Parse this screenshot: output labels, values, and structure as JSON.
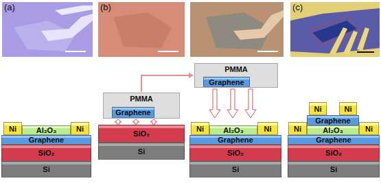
{
  "diagram": {
    "nodes": [
      {
        "text": [
          "Ni"
        ]
      },
      {
        "text": [
          "Al₂O₃"
        ]
      },
      {
        "text": [
          "Ni"
        ]
      },
      {
        "text": [
          "Graphene"
        ]
      },
      {
        "text": [
          "SiO₂"
        ]
      },
      {
        "text": [
          "Si"
        ]
      },
      {
        "text": [
          "PMMA"
        ]
      },
      {
        "text": [
          "Graphene"
        ],
        "in": 6
      },
      {
        "text": [
          "SiO₂"
        ]
      },
      {
        "text": [
          "Si"
        ]
      },
      {
        "text": [
          "PMMA"
        ]
      },
      {
        "text": [
          "Graphene"
        ],
        "in": 10
      },
      {
        "text": [
          "Ni"
        ]
      },
      {
        "text": [
          "Al₂O₃"
        ]
      },
      {
        "text": [
          "Ni"
        ]
      },
      {
        "text": [
          "Graphene"
        ]
      },
      {
        "text": [
          "SiO₂"
        ]
      },
      {
        "text": [
          "Si"
        ]
      },
      {
        "text": [
          "Ni"
        ]
      },
      {
        "text": [
          "Ni"
        ]
      },
      {
        "text": [
          "Graphene"
        ]
      },
      {
        "text": [
          "Ni"
        ]
      },
      {
        "text": [
          "Al₂O₃"
        ]
      },
      {
        "text": [
          "Ni"
        ]
      },
      {
        "text": [
          "Graphene"
        ]
      },
      {
        "text": [
          "SiO₂"
        ]
      },
      {
        "text": [
          "Si"
        ]
      }
    ],
    "edges": [
      {
        "from": 6,
        "to": 10,
        "arrow": "to"
      }
    ],
    "labels": [
      "(a)",
      "(b)",
      "(c)"
    ]
  }
}
